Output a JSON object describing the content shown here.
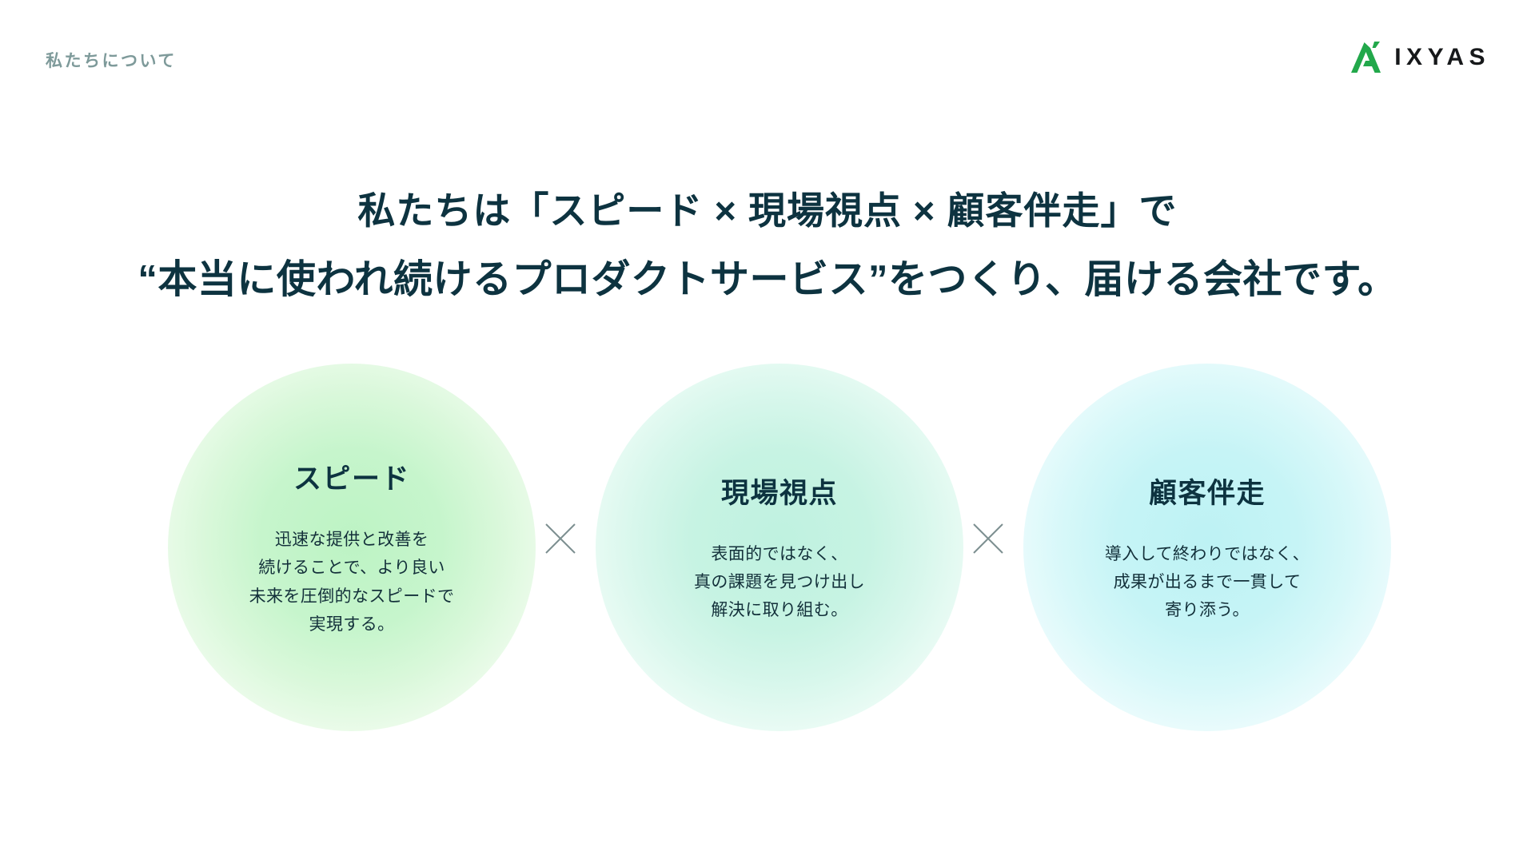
{
  "header": {
    "eyebrow": "私たちについて",
    "logo_wordmark": "IXYAS",
    "logo_mark_icon": "ixyas-a-mark-icon",
    "logo_mark_color": "#22a84b"
  },
  "headline": {
    "line1": "私たちは「スピード × 現場視点 × 顧客伴走」で",
    "line2": "“本当に使われ続けるプロダクトサービス”をつくり、届ける会社です。",
    "color": "#0d3340"
  },
  "separators": [
    {
      "symbol": "×",
      "icon": "multiply-icon",
      "color": "#7d8f91"
    },
    {
      "symbol": "×",
      "icon": "multiply-icon",
      "color": "#7d8f91"
    }
  ],
  "pillars": [
    {
      "title": "スピード",
      "body_lines": [
        "迅速な提供と改善を",
        "続けることで、より良い",
        "未来を圧倒的なスピードで",
        "実現する。"
      ],
      "accent_color": "#bdf3c4"
    },
    {
      "title": "現場視点",
      "body_lines": [
        "表面的ではなく、",
        "真の課題を見つけ出し",
        "解決に取り組む。"
      ],
      "accent_color": "#bff2e0"
    },
    {
      "title": "顧客伴走",
      "body_lines": [
        "導入して終わりではなく、",
        "成果が出るまで一貫して",
        "寄り添う。"
      ],
      "accent_color": "#bdf2f4"
    }
  ]
}
